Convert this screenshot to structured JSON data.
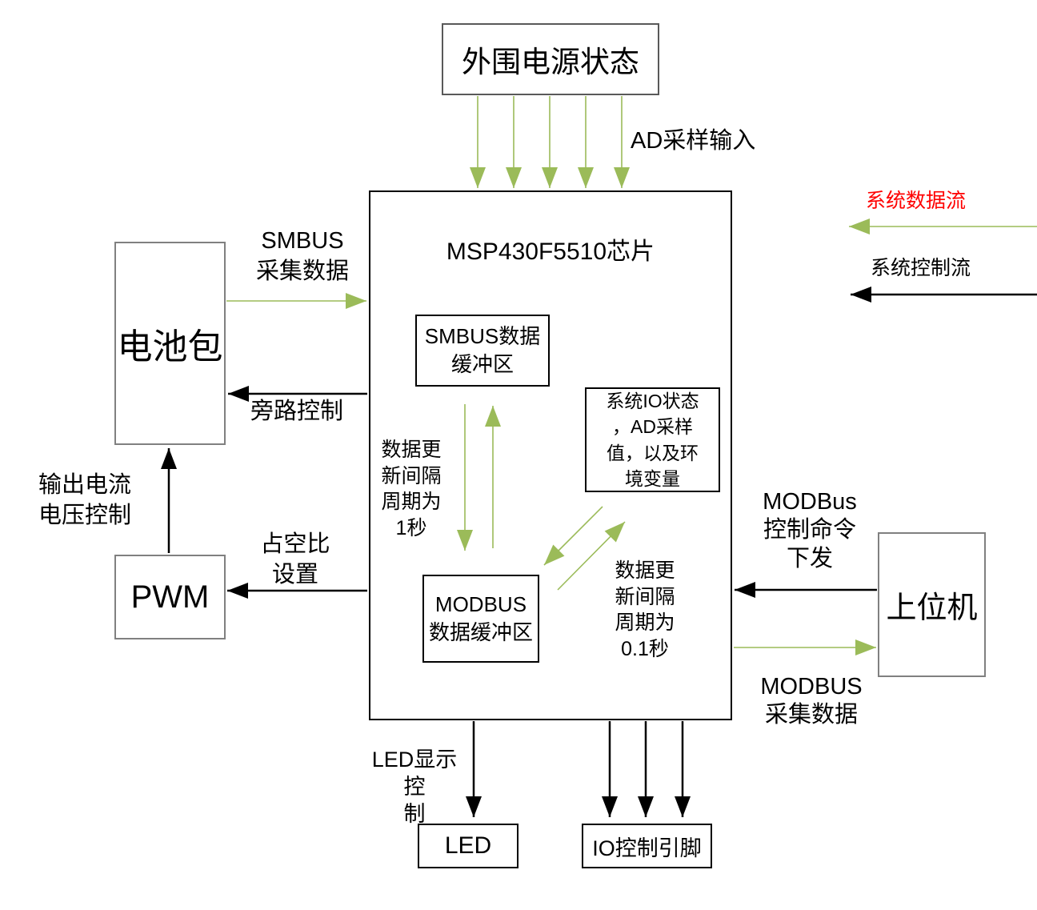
{
  "legend": {
    "data_flow": {
      "label": "系统数据流",
      "text_color": "#FF0000",
      "arrow_color": "#9BBB59"
    },
    "control_flow": {
      "label": "系统控制流",
      "text_color": "#000000",
      "arrow_color": "#000000"
    }
  },
  "nodes": {
    "peripheral_power": {
      "label": "外围电源状态"
    },
    "chip": {
      "label": "MSP430F5510芯片"
    },
    "smbus_buffer": {
      "label": "SMBUS数据\n缓冲区"
    },
    "sys_io_status": {
      "label": "系统IO状态\n，AD采样\n值，以及环\n境变量"
    },
    "modbus_buffer": {
      "label": "MODBUS\n数据缓冲区"
    },
    "battery_pack": {
      "label": "电池包"
    },
    "pwm": {
      "label": "PWM"
    },
    "host": {
      "label": "上位机"
    },
    "led": {
      "label": "LED"
    },
    "io_pins": {
      "label": "IO控制引脚"
    }
  },
  "edge_labels": {
    "ad_input": "AD采样输入",
    "smbus_collect": "SMBUS\n采集数据",
    "bypass_control": "旁路控制",
    "output_iv_control": "输出电流\n电压控制",
    "duty_cycle": "占空比\n设置",
    "update_interval_1s": "数据更\n新间隔\n周期为\n1秒",
    "update_interval_01s": "数据更\n新间隔\n周期为\n0.1秒",
    "modbus_command": "MODBus\n控制命令\n下发",
    "modbus_collect": "MODBUS\n采集数据",
    "led_display_control": "LED显示控\n制"
  },
  "colors": {
    "data_flow_green": "#9BBB59",
    "control_flow_black": "#000000",
    "legend_text_red": "#FF0000",
    "outer_box_border": "#808080",
    "inner_box_border": "#000000",
    "background": "#FFFFFF"
  }
}
